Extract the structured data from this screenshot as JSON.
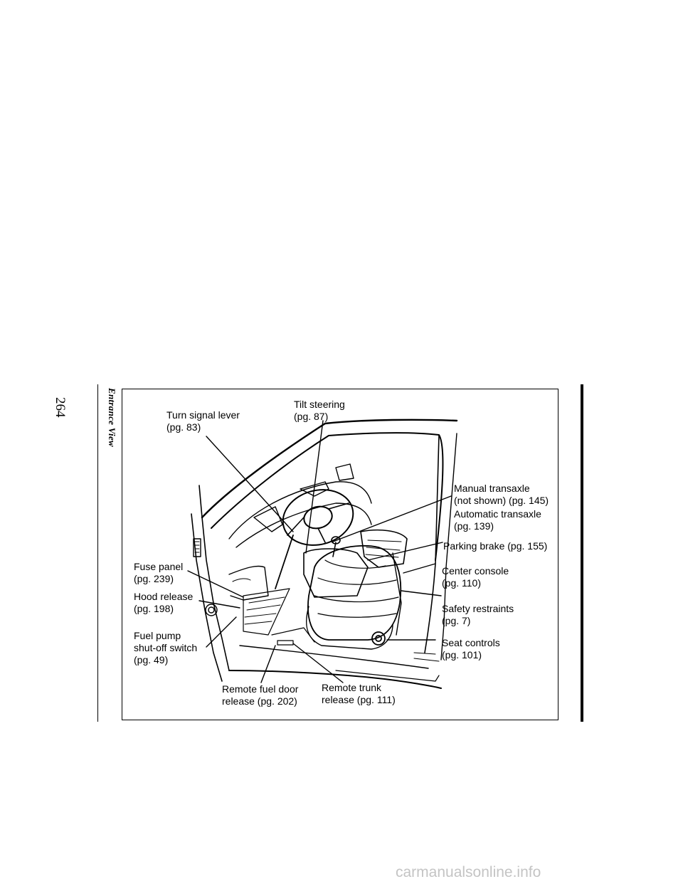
{
  "page": {
    "number": "264",
    "section": "Entrance View"
  },
  "callouts": {
    "turn_signal": [
      "Turn signal lever",
      "(pg. 83)"
    ],
    "tilt_steering": [
      "Tilt steering",
      "(pg. 87)"
    ],
    "manual_transaxle": [
      "Manual transaxle",
      "(not shown) (pg. 145)"
    ],
    "automatic_transaxle": [
      "Automatic transaxle",
      "(pg. 139)"
    ],
    "parking_brake": [
      "Parking brake (pg. 155)"
    ],
    "center_console": [
      "Center console",
      "(pg. 110)"
    ],
    "safety_restraints": [
      "Safety restraints",
      "(pg. 7)"
    ],
    "seat_controls": [
      "Seat controls",
      "(pg. 101)"
    ],
    "fuse_panel": [
      "Fuse panel",
      "(pg. 239)"
    ],
    "hood_release": [
      "Hood release",
      "(pg. 198)"
    ],
    "fuel_pump": [
      "Fuel pump",
      "shut-off switch",
      "(pg. 49)"
    ],
    "remote_fuel_door": [
      "Remote fuel door",
      "release (pg. 202)"
    ],
    "remote_trunk": [
      "Remote trunk",
      "release (pg. 111)"
    ]
  },
  "watermark": "carmanualsonline.info"
}
